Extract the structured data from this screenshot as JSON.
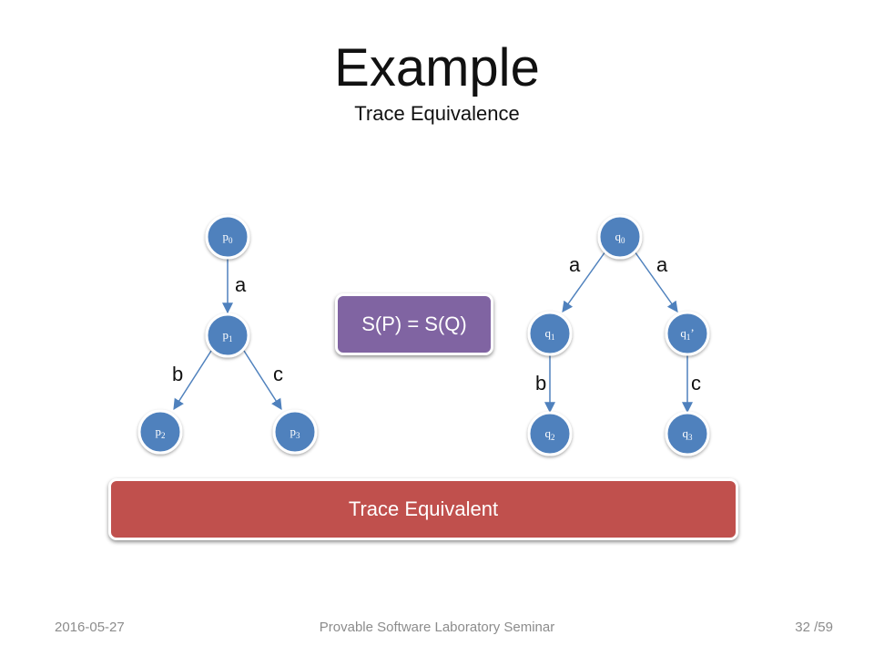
{
  "slide": {
    "title": "Example",
    "subtitle": "Trace Equivalence"
  },
  "diagram": {
    "nodes": {
      "p0": {
        "base": "p",
        "sub": "0",
        "prime": ""
      },
      "p1": {
        "base": "p",
        "sub": "1",
        "prime": ""
      },
      "p2": {
        "base": "p",
        "sub": "2",
        "prime": ""
      },
      "p3": {
        "base": "p",
        "sub": "3",
        "prime": ""
      },
      "q0": {
        "base": "q",
        "sub": "0",
        "prime": ""
      },
      "q1": {
        "base": "q",
        "sub": "1",
        "prime": ""
      },
      "q1p": {
        "base": "q",
        "sub": "1",
        "prime": "’"
      },
      "q2": {
        "base": "q",
        "sub": "2",
        "prime": ""
      },
      "q3": {
        "base": "q",
        "sub": "3",
        "prime": ""
      }
    },
    "edge_labels": {
      "p0_p1": "a",
      "p1_p2": "b",
      "p1_p3": "c",
      "q0_q1": "a",
      "q0_q1p": "a",
      "q1_q2": "b",
      "q1p_q3": "c"
    },
    "node_color": "#4f81bd"
  },
  "callouts": {
    "equation": "S(P) = S(Q)",
    "equation_color": "#8064a2",
    "conclusion": "Trace Equivalent",
    "conclusion_color": "#c0504d"
  },
  "footer": {
    "date": "2016-05-27",
    "center": "Provable Software Laboratory Seminar",
    "page": "32",
    "total": "/59"
  }
}
